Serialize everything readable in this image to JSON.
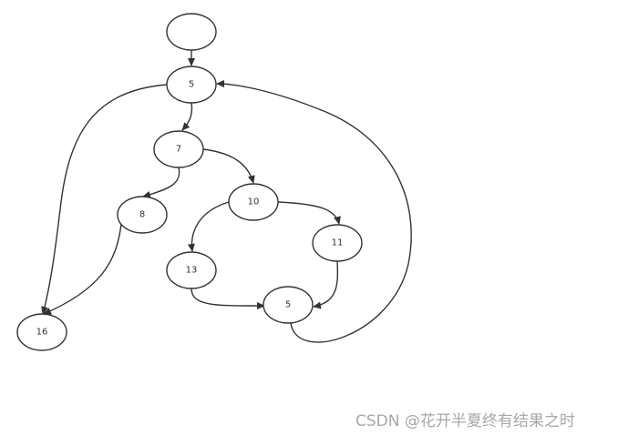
{
  "diagram": {
    "nodes": [
      {
        "id": "start",
        "label": ""
      },
      {
        "id": "n5a",
        "label": "5"
      },
      {
        "id": "n7",
        "label": "7"
      },
      {
        "id": "n8",
        "label": "8"
      },
      {
        "id": "n10",
        "label": "10"
      },
      {
        "id": "n11",
        "label": "11"
      },
      {
        "id": "n13",
        "label": "13"
      },
      {
        "id": "n5b",
        "label": "5"
      },
      {
        "id": "n16",
        "label": "16"
      }
    ],
    "edges": [
      {
        "from": "start",
        "to": "n5a"
      },
      {
        "from": "n5a",
        "to": "n7"
      },
      {
        "from": "n5a",
        "to": "n16"
      },
      {
        "from": "n7",
        "to": "n8"
      },
      {
        "from": "n7",
        "to": "n10"
      },
      {
        "from": "n8",
        "to": "n16"
      },
      {
        "from": "n10",
        "to": "n13"
      },
      {
        "from": "n10",
        "to": "n11"
      },
      {
        "from": "n13",
        "to": "n5b"
      },
      {
        "from": "n11",
        "to": "n5b"
      },
      {
        "from": "n5b",
        "to": "n5a"
      }
    ]
  },
  "watermark": {
    "text": "CSDN @花开半夏终有结果之时"
  }
}
